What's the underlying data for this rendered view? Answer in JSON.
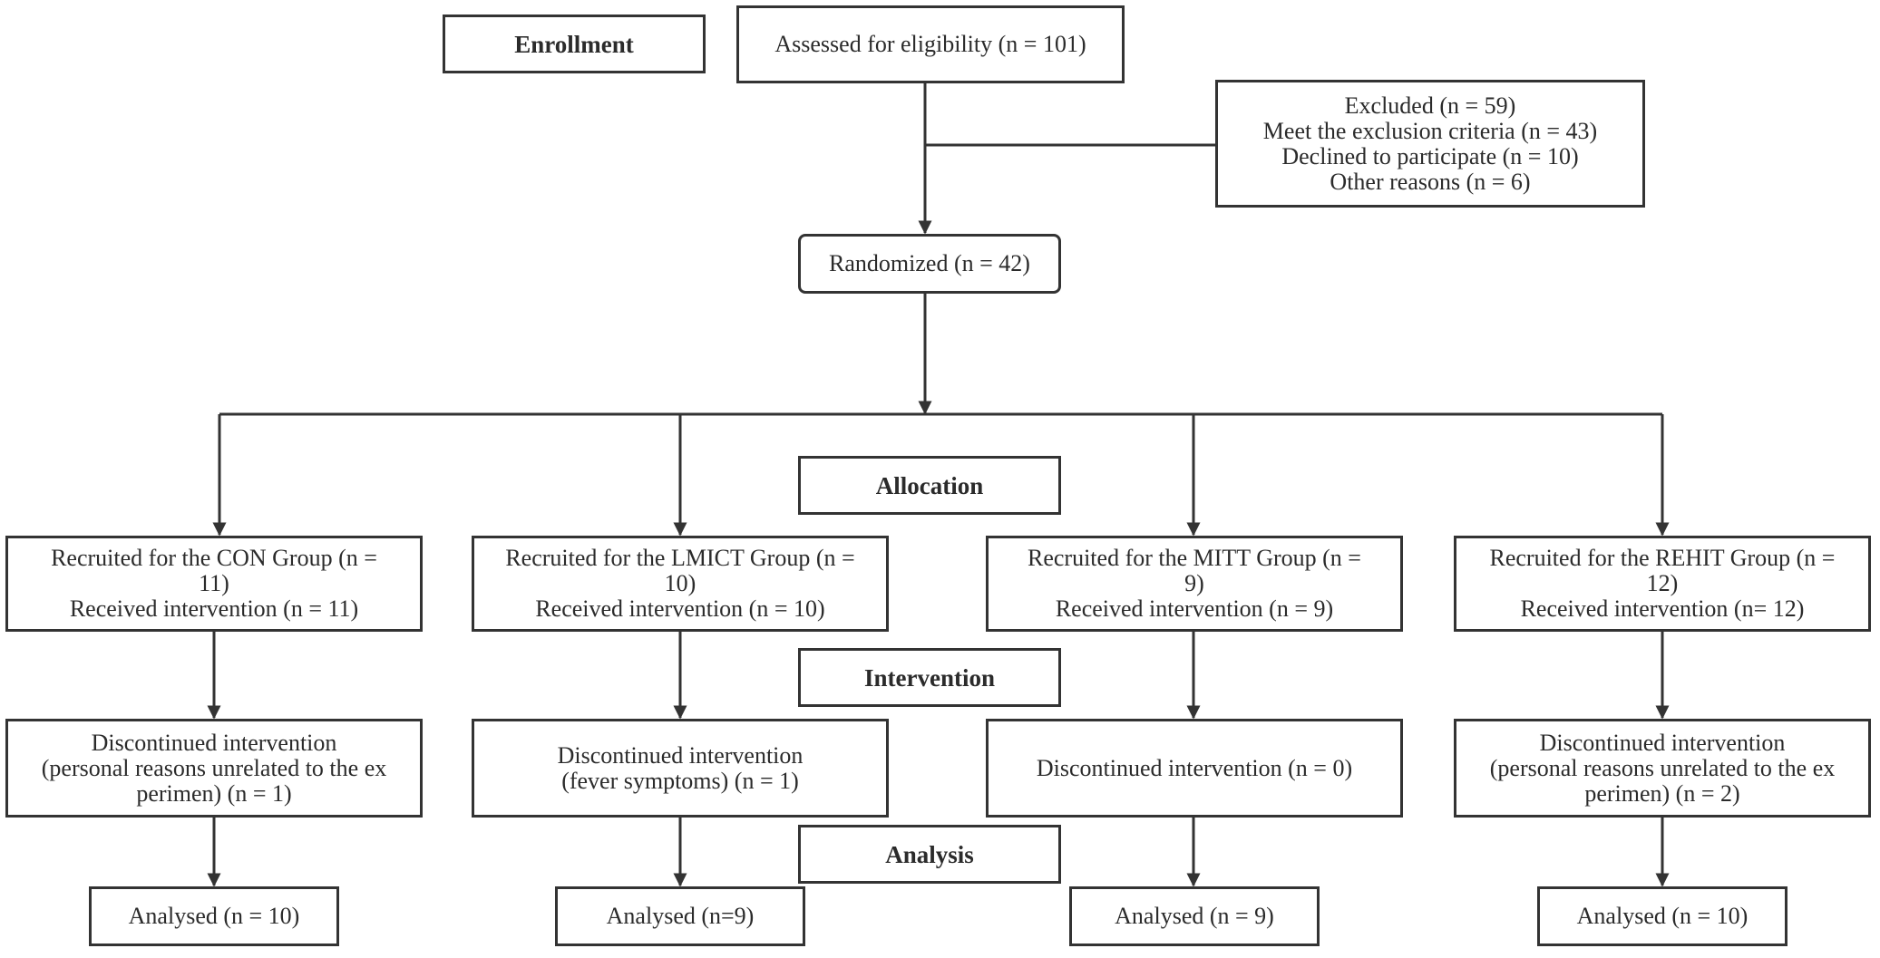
{
  "stages": {
    "enrollment": "Enrollment",
    "allocation": "Allocation",
    "intervention": "Intervention",
    "analysis": "Analysis"
  },
  "assessed": "Assessed for eligibility (n = 101)",
  "excluded": [
    "Excluded (n = 59)",
    "Meet the exclusion criteria (n = 43)",
    "Declined to participate (n = 10)",
    "Other reasons (n = 6)"
  ],
  "randomized": "Randomized (n = 42)",
  "groups": [
    {
      "recruited": [
        "Recruited for the CON Group (n =",
        "11)",
        "Received intervention (n = 11)"
      ],
      "discontinued": [
        "Discontinued intervention",
        "(personal reasons unrelated to the ex",
        "perimen) (n = 1)"
      ],
      "analysed": "Analysed (n = 10)"
    },
    {
      "recruited": [
        "Recruited for the LMICT Group (n =",
        "10)",
        "Received intervention (n = 10)"
      ],
      "discontinued": [
        "Discontinued intervention",
        "(fever symptoms) (n = 1)"
      ],
      "analysed": "Analysed (n=9)"
    },
    {
      "recruited": [
        "Recruited for the MITT Group (n =",
        "9)",
        "Received intervention (n = 9)"
      ],
      "discontinued": [
        "Discontinued intervention (n = 0)"
      ],
      "analysed": "Analysed (n = 9)"
    },
    {
      "recruited": [
        "Recruited for the REHIT Group (n =",
        "12)",
        "Received intervention (n= 12)"
      ],
      "discontinued": [
        "Discontinued intervention",
        "(personal reasons unrelated to the ex",
        "perimen) (n = 2)"
      ],
      "analysed": "Analysed (n = 10)"
    }
  ]
}
